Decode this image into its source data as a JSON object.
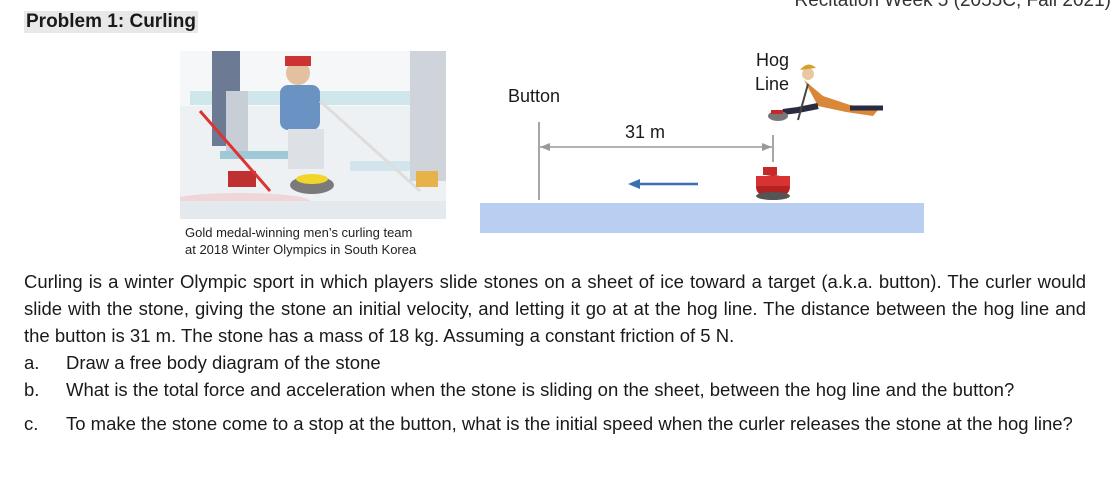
{
  "header_fragment": "Recitation Week 5 (2055C, Fall 2021)",
  "title": "Problem 1: Curling",
  "photo": {
    "caption_line1": "Gold medal-winning men’s curling team",
    "caption_line2": "at 2018 Winter Olympics in South Korea"
  },
  "diagram": {
    "button_label": "Button",
    "hog_label_line1": "Hog",
    "hog_label_line2": "Line",
    "distance_label": "31 m",
    "colors": {
      "ice": "#b8cff1",
      "stone": "#c62828",
      "arrow": "#3a6fb0",
      "line": "#888888"
    }
  },
  "paragraph": "Curling is a winter Olympic sport in which players slide stones on a sheet of ice toward a target (a.k.a. button). The curler would slide with the stone, giving the stone an initial velocity, and letting it go at at the hog line. The distance between the hog line and the button is 31 m. The stone has a mass of 18 kg. Assuming a constant friction of 5 N.",
  "questions": [
    {
      "marker": "a.",
      "text": "Draw a free body diagram of the stone"
    },
    {
      "marker": "b.",
      "text": "What is the total force and acceleration when the stone is sliding on the sheet, between the hog line and the button?"
    },
    {
      "marker": "c.",
      "text": "To make the stone come to a stop at the button, what is the initial speed when the curler releases the stone at the hog line?"
    }
  ]
}
